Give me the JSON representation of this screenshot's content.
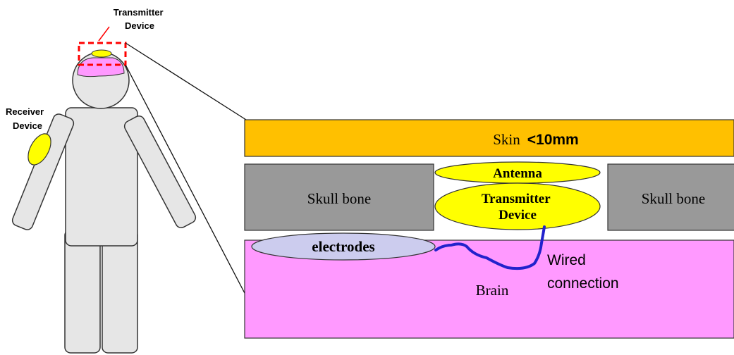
{
  "callouts": {
    "transmitter": [
      "Transmitter",
      "Device"
    ],
    "receiver": [
      "Receiver",
      "Device"
    ]
  },
  "layers": {
    "skin_label": "Skin",
    "skin_thickness": "<10mm",
    "skull_left": "Skull bone",
    "skull_right": "Skull bone",
    "antenna": "Antenna",
    "transmitter": [
      "Transmitter",
      "Device"
    ],
    "electrodes": "electrodes",
    "brain": "Brain",
    "wire_label": [
      "Wired",
      "connection"
    ]
  },
  "colors": {
    "skin": "#ffc000",
    "skull": "#999999",
    "brain": "#ff99ff",
    "device": "#ffff00",
    "electrodes": "#ccccee",
    "wire": "#2222cc",
    "body": "#e6e6e6",
    "callout_box": "#ff0000"
  }
}
